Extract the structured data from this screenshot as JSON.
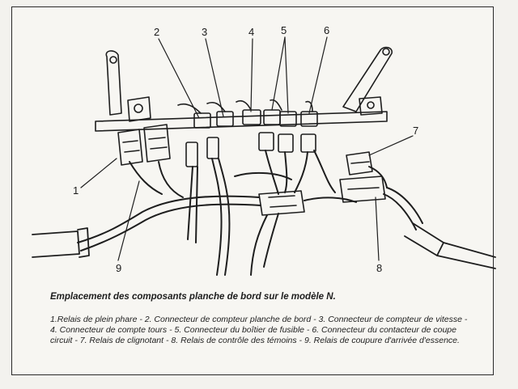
{
  "callouts": [
    {
      "id": "1",
      "label": "1"
    },
    {
      "id": "2",
      "label": "2"
    },
    {
      "id": "3",
      "label": "3"
    },
    {
      "id": "4",
      "label": "4"
    },
    {
      "id": "5",
      "label": "5"
    },
    {
      "id": "6",
      "label": "6"
    },
    {
      "id": "7",
      "label": "7"
    },
    {
      "id": "8",
      "label": "8"
    },
    {
      "id": "9",
      "label": "9"
    }
  ],
  "caption": {
    "title": "Emplacement des composants planche de bord sur le modèle N.",
    "body": "1.Relais de plein phare - 2. Connecteur de compteur planche de bord - 3. Connecteur de compteur de vitesse - 4. Connecteur de compte tours - 5. Connecteur du boîtier de fusible - 6. Connecteur du contacteur de coupe circuit - 7. Relais de clignotant - 8. Relais de contrôle des témoins - 9. Relais de coupure d'arrivée d'essence."
  }
}
